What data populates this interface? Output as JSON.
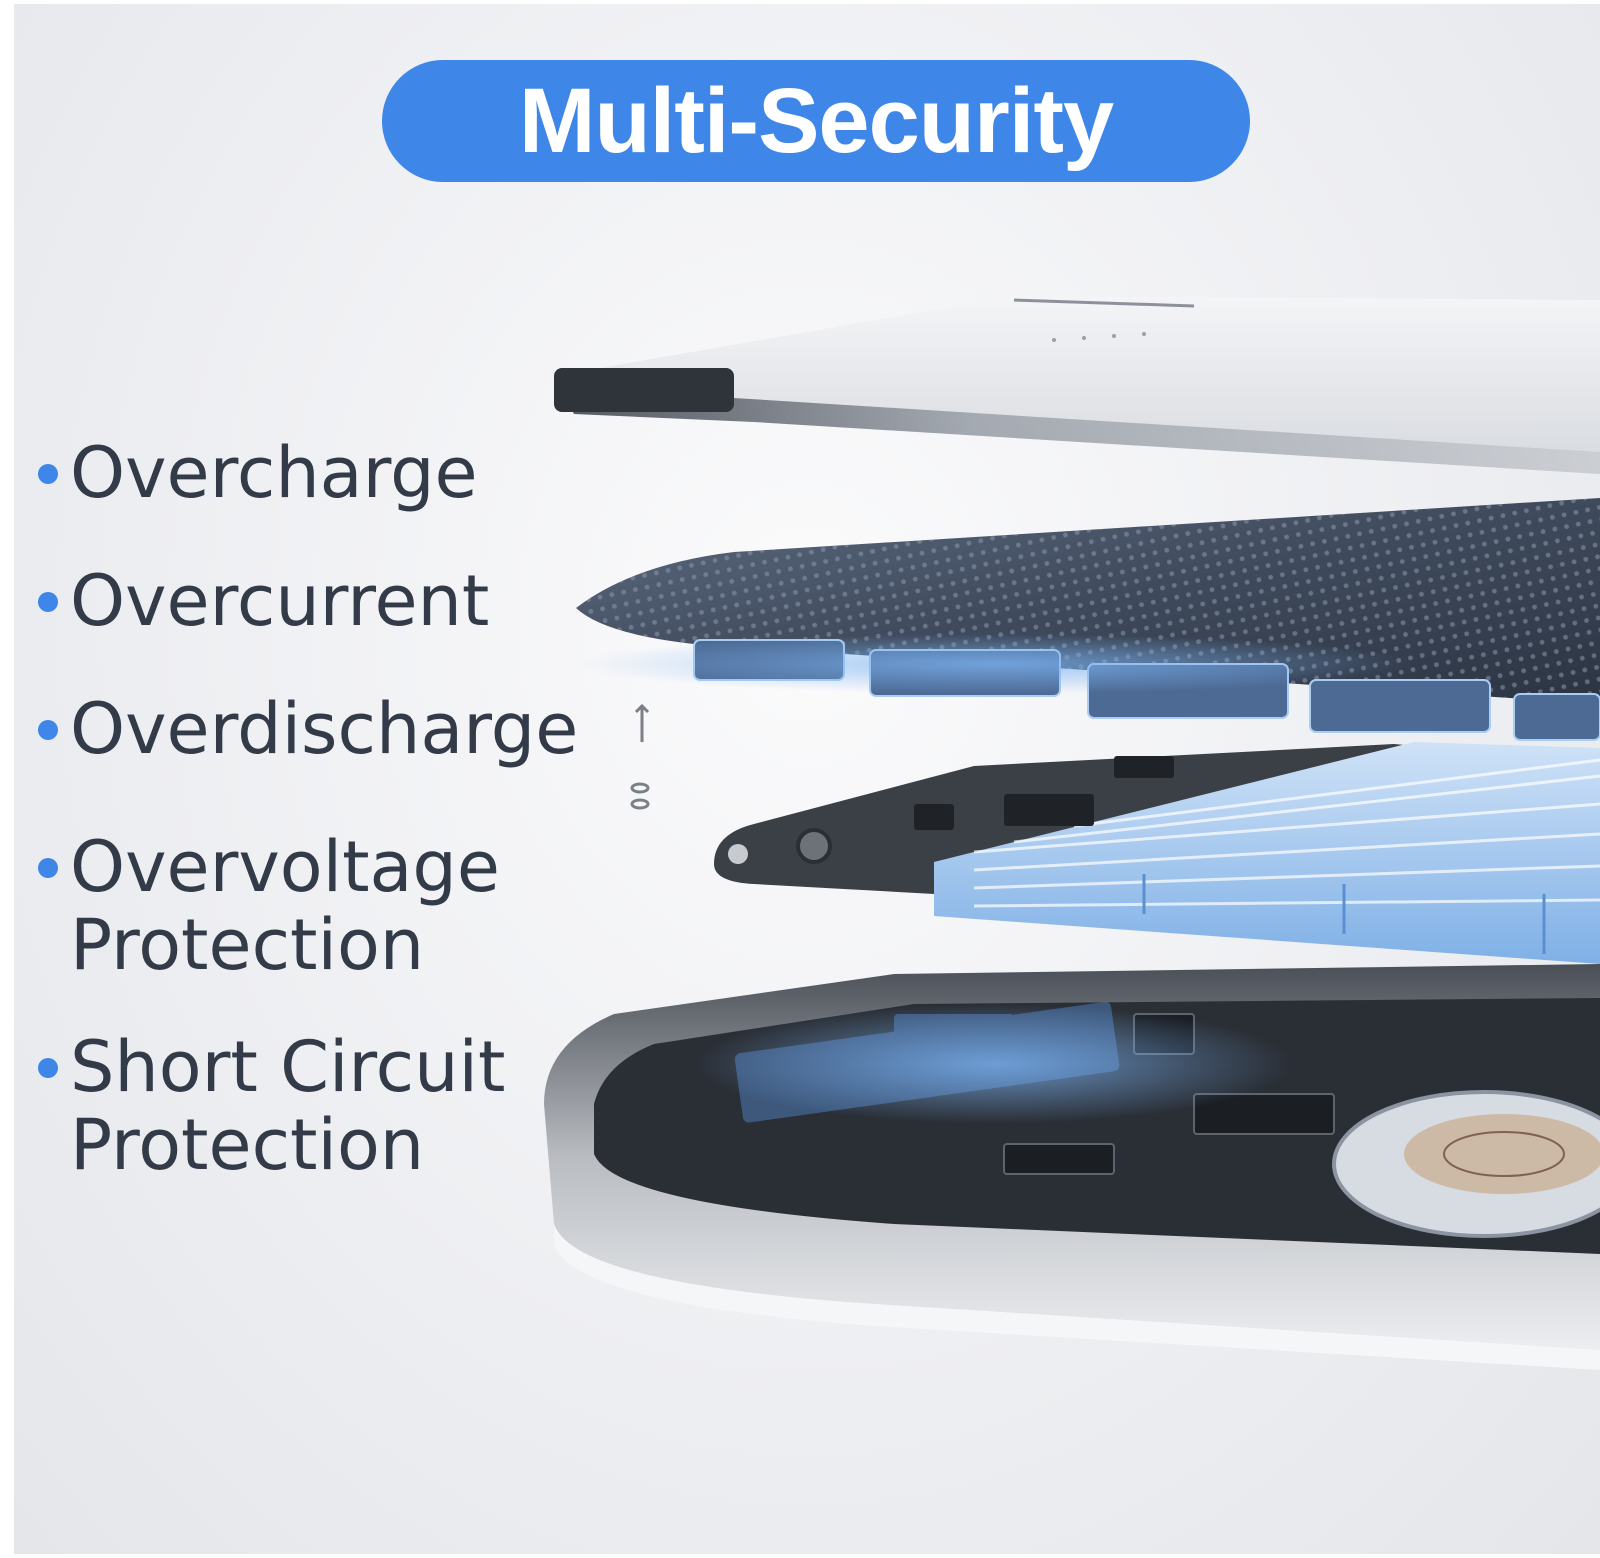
{
  "title": "Multi-Security",
  "features": [
    {
      "label": "Overcharge"
    },
    {
      "label": "Overcurrent"
    },
    {
      "label": "Overdischarge"
    },
    {
      "label": "Overvoltage",
      "label2": "Protection"
    },
    {
      "label": "Short Circuit",
      "label2": "Protection"
    }
  ],
  "colors": {
    "accent": "#3e86e8",
    "text": "#333b48"
  }
}
